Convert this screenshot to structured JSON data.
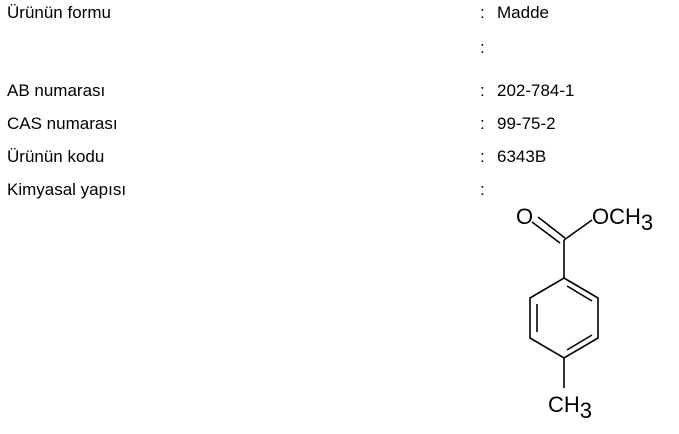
{
  "rows": [
    {
      "label": "Ürünün formu",
      "colon": ":",
      "value": "Madde"
    },
    {
      "label": "",
      "colon": ":",
      "value": ""
    },
    {
      "label": "AB numarası",
      "colon": ":",
      "value": "202-784-1"
    },
    {
      "label": "CAS numarası",
      "colon": ":",
      "value": "99-75-2"
    },
    {
      "label": "Ürünün kodu",
      "colon": ":",
      "value": "6343B"
    },
    {
      "label": "Kimyasal yapısı",
      "colon": ":",
      "value": ""
    }
  ],
  "structure": {
    "carbonyl_o": "O",
    "ester_group": "OCH",
    "ester_sub": "3",
    "methyl_group": "CH",
    "methyl_sub": "3"
  }
}
